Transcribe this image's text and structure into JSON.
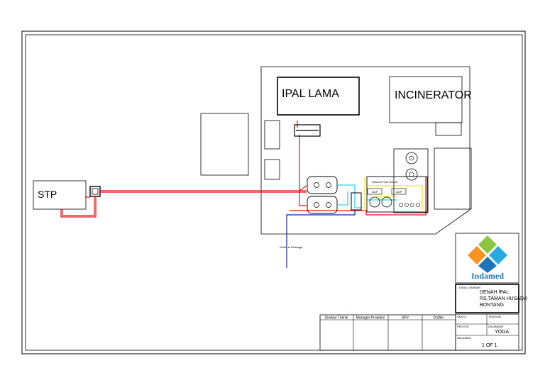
{
  "labels": {
    "stp": "STP",
    "ipal_lama": "IPAL LAMA",
    "incinerator": "INCINERATOR",
    "pipe_note": "Saluran Pipa Output",
    "outlet_note": "Outlet to Drainage",
    "gauge_1": "AGP",
    "gauge_2": "AGP",
    "dot": "."
  },
  "logo": {
    "text": "Indamed",
    "colors": [
      "#8cc63f",
      "#27a9e1",
      "#f7931e",
      "#1b75bc"
    ]
  },
  "title_block": {
    "heading": "JUDUL GAMBAR",
    "title_line1": "DENAH IPAL",
    "title_line2": "RS.TAMAN HUSADA",
    "title_line3": "BONTANG",
    "skala_label": "SKALA",
    "tanggal_label": "TANGGAL",
    "proyek_label": "PROYEK",
    "digambar_label": "DIGAMBAR",
    "drafter_name": "YOGA",
    "halaman_label": "HALAMAN",
    "sheet": "1 OF 1"
  },
  "signatures": {
    "col1": "Direktur Teknik",
    "col2": "Manager Produksi",
    "col3": "SPV",
    "col4": "Drafter"
  },
  "colors": {
    "waste_line": "#e01010",
    "outlet_line": "#1a1aa0",
    "cyan_line": "#00c8e0",
    "yellow_line": "#f2d800"
  }
}
